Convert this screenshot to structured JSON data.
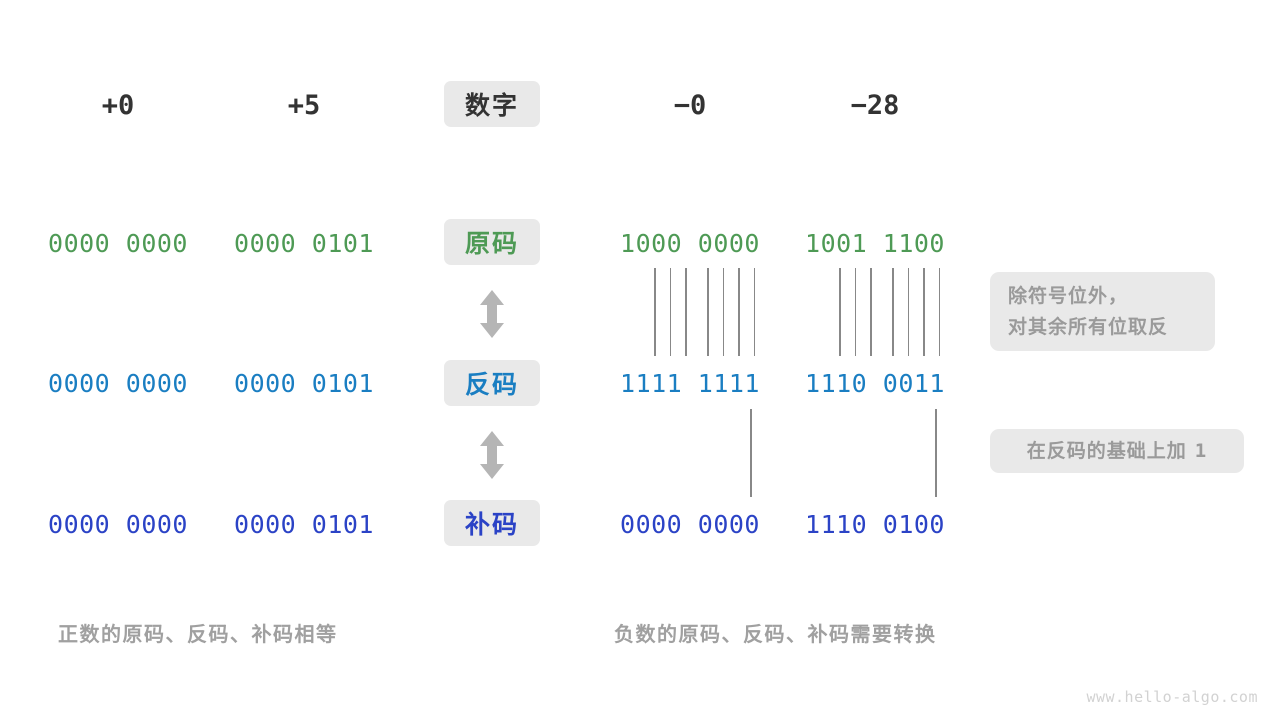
{
  "diagram": {
    "watermark": "www.hello-algo.com",
    "columns": {
      "headers": [
        {
          "id": "col-pos-zero",
          "label": "+0"
        },
        {
          "id": "col-pos-five",
          "label": "+5"
        },
        {
          "id": "col-row-label",
          "label": "数字"
        },
        {
          "id": "col-neg-zero",
          "label": "−0"
        },
        {
          "id": "col-neg-28",
          "label": "−28"
        }
      ]
    },
    "rows": [
      {
        "id": "row-yuanma",
        "label": "原码",
        "label_color": "#4e9a55",
        "value_color": "#4e9a55",
        "values": [
          "0000 0000",
          "0000 0101",
          "1000 0000",
          "1001 1100"
        ]
      },
      {
        "id": "row-fanma",
        "label": "反码",
        "label_color": "#1a7ec2",
        "value_color": "#1a7ec2",
        "values": [
          "0000 0000",
          "0000 0101",
          "1111 1111",
          "1110 0011"
        ]
      },
      {
        "id": "row-buma",
        "label": "补码",
        "label_color": "#2b43c6",
        "value_color": "#2b43c6",
        "values": [
          "0000 0000",
          "0000 0101",
          "0000 0000",
          "1110 0100"
        ]
      }
    ],
    "notes": [
      {
        "id": "note-invert-bits",
        "lines": [
          "除符号位外，",
          "对其余所有位取反"
        ]
      },
      {
        "id": "note-add-one",
        "prefix": "在反码的基础上加",
        "value": "1"
      }
    ],
    "captions": [
      {
        "id": "caption-positive",
        "text": "正数的原码、反码、补码相等"
      },
      {
        "id": "caption-negative",
        "text": "负数的原码、反码、补码需要转换"
      }
    ],
    "colors": {
      "chip_bg": "#e9e9e9",
      "header_text": "#333333",
      "green": "#4e9a55",
      "blue": "#1a7ec2",
      "indigo": "#2b43c6",
      "muted": "#a0a0a0",
      "line": "#888888",
      "arrow": "#b5b5b5"
    }
  }
}
